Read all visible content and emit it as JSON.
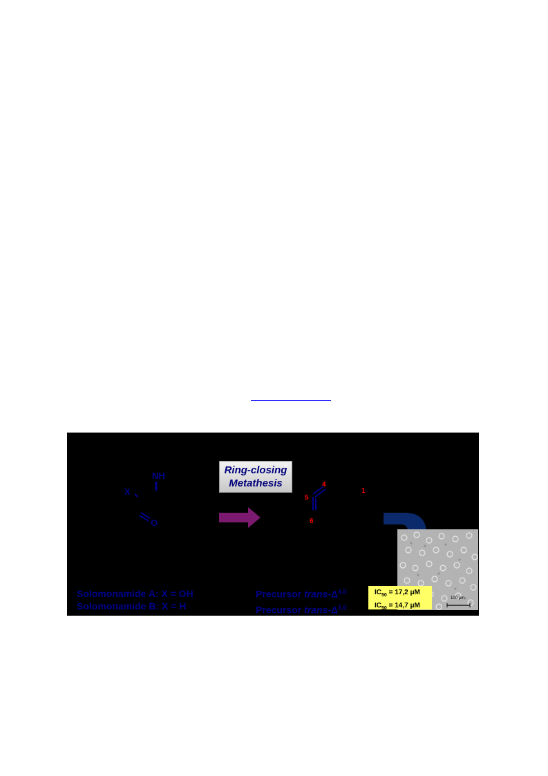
{
  "graphic": {
    "rcm_label_line1": "Ring-closing",
    "rcm_label_line2": "Metathesis",
    "structure_left": {
      "nh": "NH",
      "x": "X",
      "o": "O"
    },
    "numbering": [
      "4",
      "5",
      "6",
      "1"
    ],
    "captions_left": [
      "Solomonamide A: X = OH",
      "Solomonamide B: X = H"
    ],
    "captions_right": [
      {
        "text": "Precursor ",
        "italic": "trans",
        "delta": "-Δ",
        "sup": "4,5"
      },
      {
        "text": "Precursor ",
        "italic": "trans",
        "delta": "-Δ",
        "sup": "5,6"
      }
    ],
    "ic50_values": [
      "= 17,2 μM",
      "= 14,7 μM"
    ],
    "ic50_label": "IC",
    "ic50_sub": "50",
    "scale_bar": "100 μm",
    "colors": {
      "background": "#000000",
      "structure": "#00008b",
      "purple_arrow": "#7b1a6e",
      "blue_arrow": "#0a2a6b",
      "numbering": "#ff0000",
      "ic50_box": "#ffff66"
    }
  }
}
